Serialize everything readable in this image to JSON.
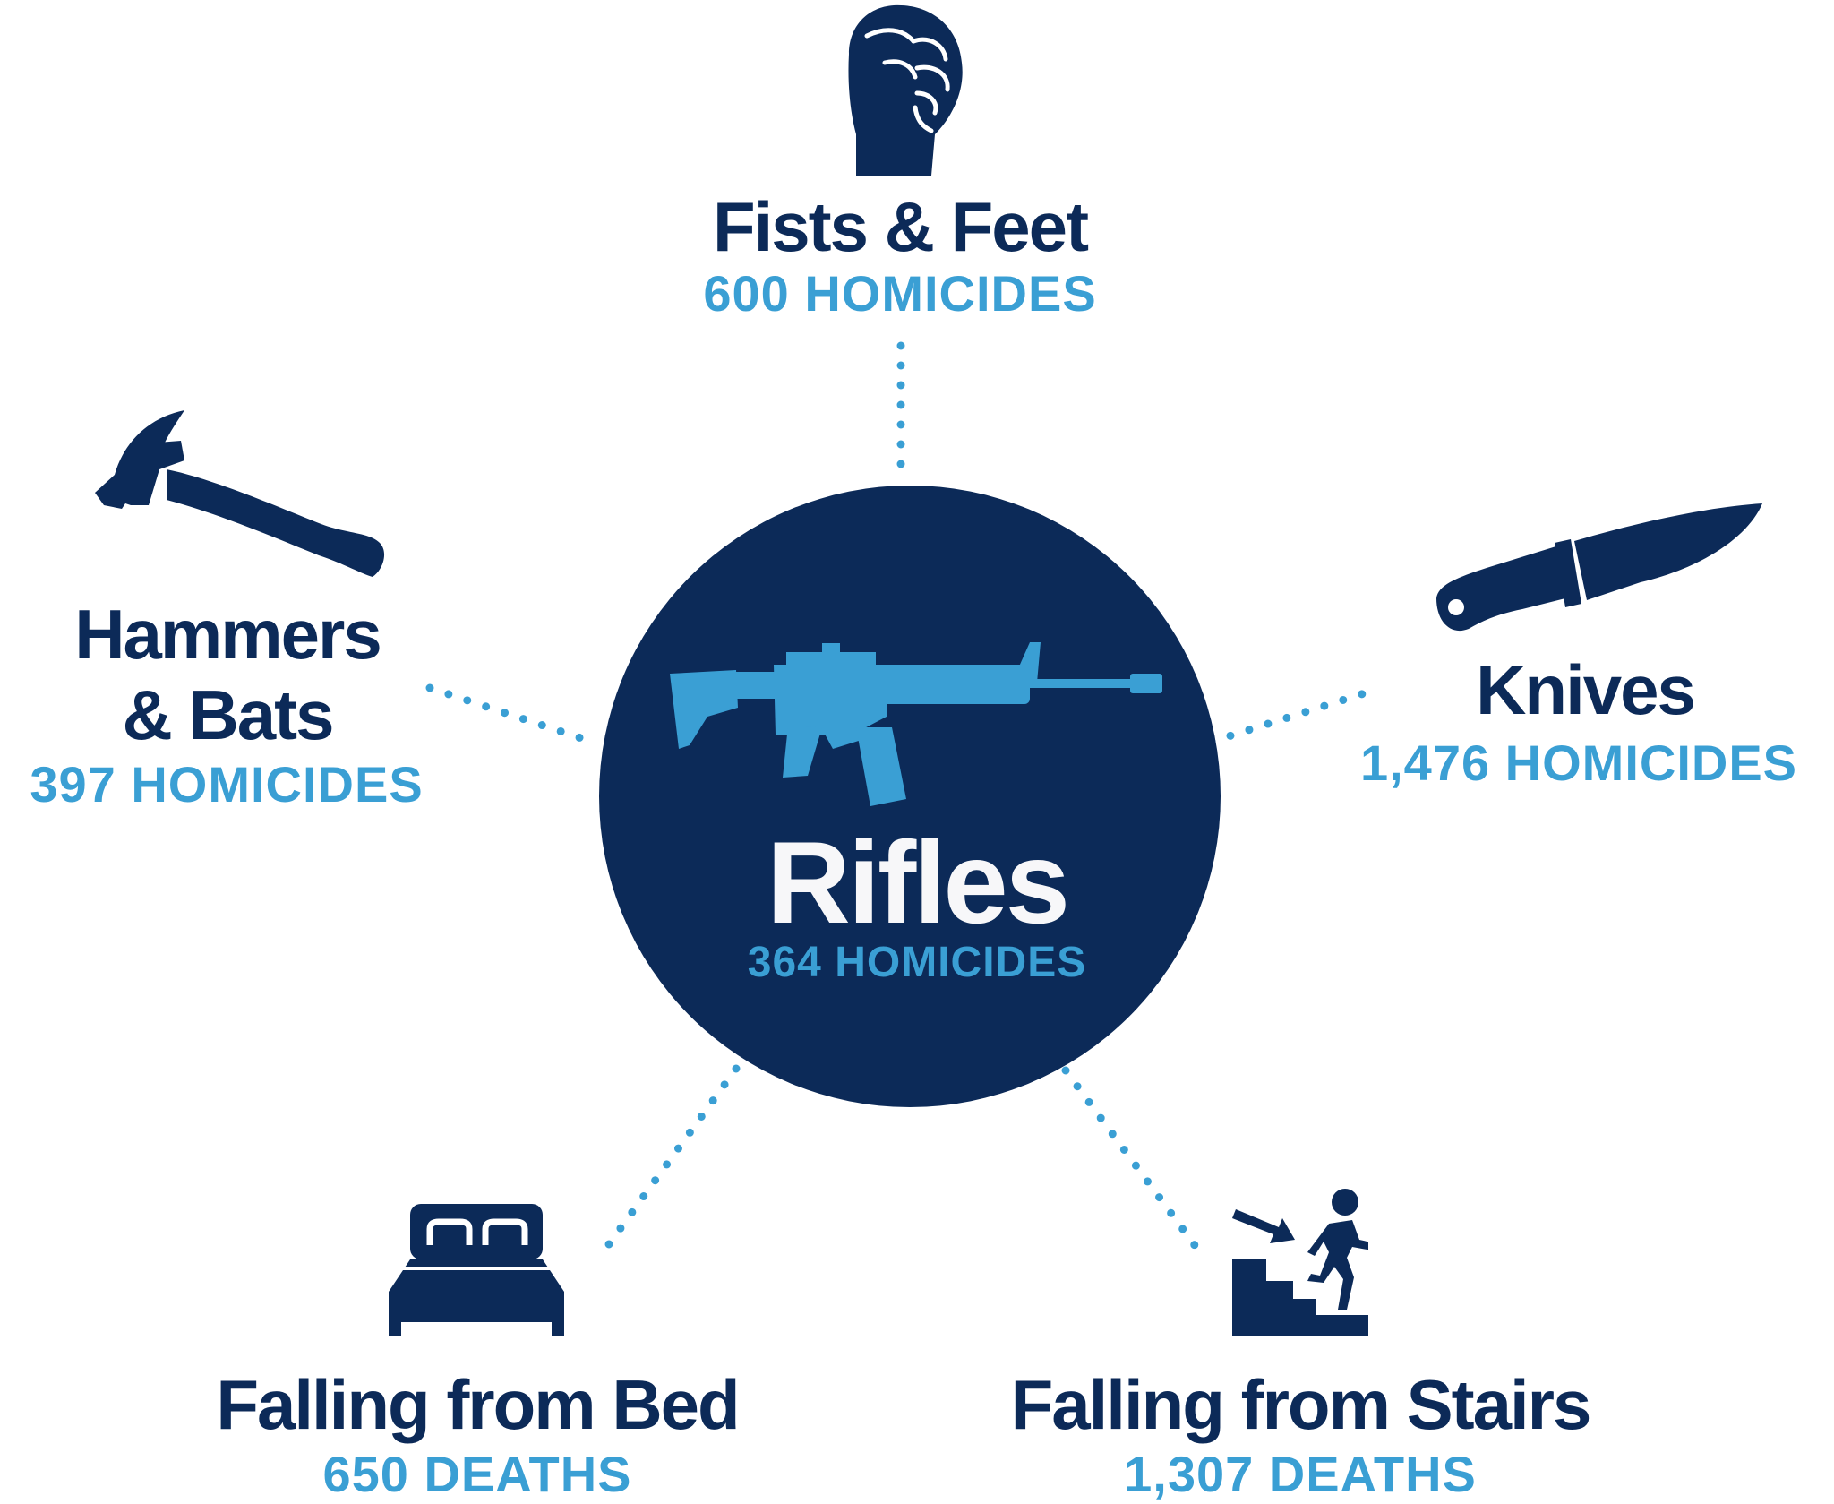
{
  "colors": {
    "navy": "#0c2a58",
    "blue": "#3a9fd4",
    "white": "#f7f7f9"
  },
  "center": {
    "title": "Rifles",
    "value": "364 HOMICIDES",
    "icon": "rifle-icon"
  },
  "items": [
    {
      "id": "fists",
      "title": "Fists & Feet",
      "value": "600 HOMICIDES",
      "icon": "fist-icon"
    },
    {
      "id": "hammers",
      "title_lines": [
        "Hammers",
        "& Bats"
      ],
      "value": "397 HOMICIDES",
      "icon": "hammer-icon"
    },
    {
      "id": "knives",
      "title": "Knives",
      "value": "1,476 HOMICIDES",
      "icon": "knife-icon"
    },
    {
      "id": "bed",
      "title": "Falling from Bed",
      "value": "650 DEATHS",
      "icon": "bed-icon"
    },
    {
      "id": "stairs",
      "title": "Falling from Stairs",
      "value": "1,307 DEATHS",
      "icon": "stairs-icon"
    }
  ]
}
